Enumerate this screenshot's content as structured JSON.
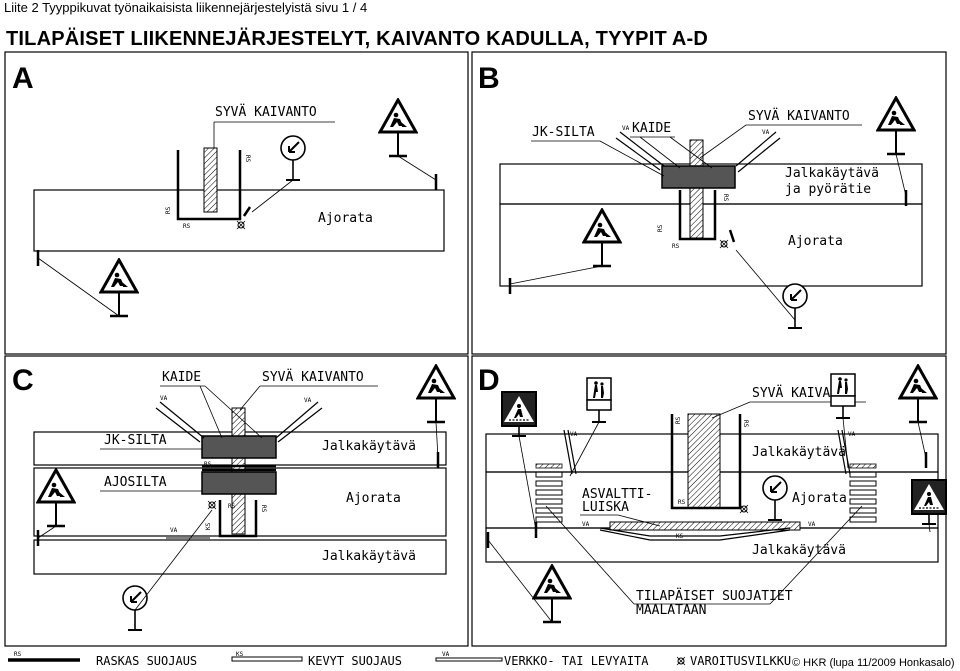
{
  "header": {
    "caption": "Liite 2 Tyyppikuvat työnaikaisista liikennejärjestelyistä sivu 1 / 4",
    "title": "TILAPÄISET LIIKENNEJÄRJESTELYT, KAIVANTO KADULLA, TYYPIT A-D"
  },
  "panels": {
    "a": {
      "letter": "A",
      "labels": {
        "syva": "SYVÄ KAIVANTO",
        "ajorata": "Ajorata",
        "rs": "RS"
      }
    },
    "b": {
      "letter": "B",
      "labels": {
        "jksilta": "JK-SILTA",
        "kaide": "KAIDE",
        "syva": "SYVÄ KAIVANTO",
        "jalka1": "Jalkakäytävä",
        "jalka2": "ja pyörätie",
        "ajorata": "Ajorata",
        "rs": "RS",
        "va": "VA"
      }
    },
    "c": {
      "letter": "C",
      "labels": {
        "kaide": "KAIDE",
        "syva": "SYVÄ KAIVANTO",
        "jksilta": "JK-SILTA",
        "ajosilta": "AJOSILTA",
        "jalka_top": "Jalkakäytävä",
        "ajorata": "Ajorata",
        "jalka_bot": "Jalkakäytävä",
        "rs": "RS",
        "va": "VA",
        "ks": "KS"
      }
    },
    "d": {
      "letter": "D",
      "labels": {
        "syva": "SYVÄ KAIVANTO",
        "jalka_top": "Jalkakäytävä",
        "asvaltti1": "ASVALTTI-",
        "asvaltti2": "LUISKA",
        "ajorata": "Ajorata",
        "jalka_bot": "Jalkakäytävä",
        "tila1": "TILAPÄISET SUOJATIET",
        "tila2": "MAALATAAN",
        "rs": "RS",
        "va": "VA",
        "ks": "KS"
      }
    }
  },
  "legend": {
    "rs_tag": "RS",
    "rs": "RASKAS SUOJAUS",
    "ks_tag": "KS",
    "ks": "KEVYT SUOJAUS",
    "va_tag": "VA",
    "va": "VERKKO- TAI LEVYAITA",
    "varoitus": "VAROITUSVILKKU"
  },
  "copyright": "© HKR (lupa 11/2009 Honkasalo)"
}
